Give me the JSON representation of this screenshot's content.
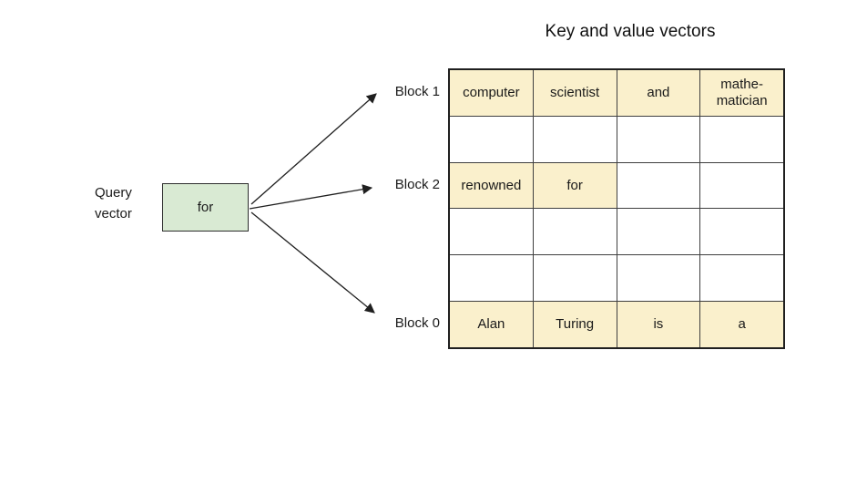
{
  "title": "Key and value vectors",
  "query_vector": {
    "label": "Query\nvector",
    "value": "for"
  },
  "block_labels": {
    "block1": "Block 1",
    "block2": "Block 2",
    "block0": "Block 0"
  },
  "table": {
    "rows": [
      {
        "cells": [
          "computer",
          "scientist",
          "and",
          "mathe-\nmatician"
        ],
        "highlight": [
          true,
          true,
          true,
          true
        ]
      },
      {
        "cells": [
          "",
          "",
          "",
          ""
        ],
        "highlight": [
          false,
          false,
          false,
          false
        ]
      },
      {
        "cells": [
          "renowned",
          "for",
          "",
          ""
        ],
        "highlight": [
          true,
          true,
          false,
          false
        ]
      },
      {
        "cells": [
          "",
          "",
          "",
          ""
        ],
        "highlight": [
          false,
          false,
          false,
          false
        ]
      },
      {
        "cells": [
          "",
          "",
          "",
          ""
        ],
        "highlight": [
          false,
          false,
          false,
          false
        ]
      },
      {
        "cells": [
          "Alan",
          "Turing",
          "is",
          "a"
        ],
        "highlight": [
          true,
          true,
          true,
          true
        ]
      }
    ]
  },
  "colors": {
    "highlight": "#faf0cc",
    "query_box_fill": "#d9ead3",
    "line": "#1f1f1f",
    "grid": "#3f3f3f"
  }
}
